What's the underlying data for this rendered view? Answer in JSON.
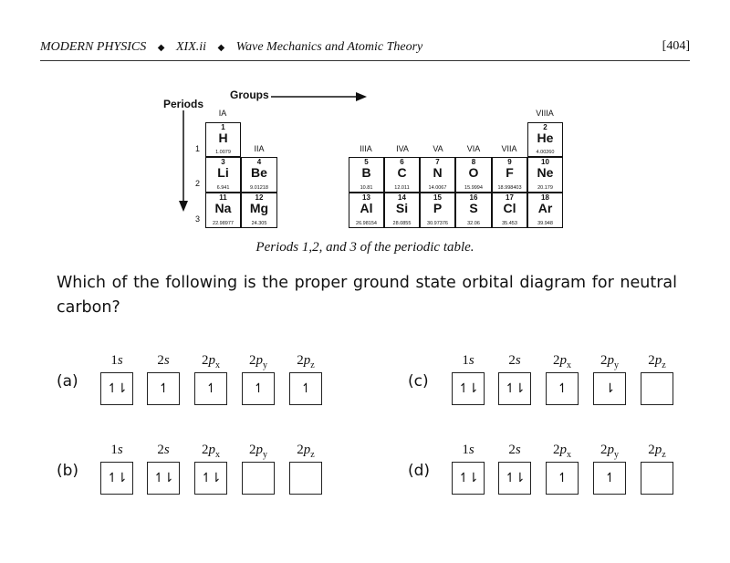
{
  "header": {
    "left_parts": [
      "MODERN PHYSICS",
      "◆",
      "XIX.ii",
      "◆",
      "Wave Mechanics and Atomic Theory"
    ],
    "page": "[404]"
  },
  "figure": {
    "periods_label": "Periods",
    "groups_label": "Groups",
    "group_labels": {
      "IA": "IA",
      "IIA": "IIA",
      "IIIA": "IIIA",
      "IVA": "IVA",
      "VA": "VA",
      "VIA": "VIA",
      "VIIA": "VIIA",
      "VIIIA": "VIIIA"
    },
    "period_numbers": [
      "1",
      "2",
      "3"
    ],
    "elements": [
      {
        "num": "1",
        "sym": "H",
        "mass": "1.0079"
      },
      {
        "num": "2",
        "sym": "He",
        "mass": "4.00260"
      },
      {
        "num": "3",
        "sym": "Li",
        "mass": "6.941"
      },
      {
        "num": "4",
        "sym": "Be",
        "mass": "9.01218"
      },
      {
        "num": "5",
        "sym": "B",
        "mass": "10.81"
      },
      {
        "num": "6",
        "sym": "C",
        "mass": "12.011"
      },
      {
        "num": "7",
        "sym": "N",
        "mass": "14.0067"
      },
      {
        "num": "8",
        "sym": "O",
        "mass": "15.9994"
      },
      {
        "num": "9",
        "sym": "F",
        "mass": "18.998403"
      },
      {
        "num": "10",
        "sym": "Ne",
        "mass": "20.179"
      },
      {
        "num": "11",
        "sym": "Na",
        "mass": "22.98977"
      },
      {
        "num": "12",
        "sym": "Mg",
        "mass": "24.305"
      },
      {
        "num": "13",
        "sym": "Al",
        "mass": "26.98154"
      },
      {
        "num": "14",
        "sym": "Si",
        "mass": "28.0855"
      },
      {
        "num": "15",
        "sym": "P",
        "mass": "30.97376"
      },
      {
        "num": "16",
        "sym": "S",
        "mass": "32.06"
      },
      {
        "num": "17",
        "sym": "Cl",
        "mass": "35.453"
      },
      {
        "num": "18",
        "sym": "Ar",
        "mass": "39.948"
      }
    ],
    "caption": "Periods 1,2, and 3 of the periodic table."
  },
  "question": "Which of the following is the proper ground state orbital diagram for neutral carbon?",
  "choices": [
    {
      "letter": "(a)",
      "boxes": [
        "↿⇂",
        "↿",
        "↿",
        "↿",
        "↿"
      ]
    },
    {
      "letter": "(b)",
      "boxes": [
        "↿⇂",
        "↿⇂",
        "↿⇂",
        "",
        ""
      ]
    },
    {
      "letter": "(c)",
      "boxes": [
        "↿⇂",
        "↿⇂",
        "↿",
        "⇂",
        ""
      ]
    },
    {
      "letter": "(d)",
      "boxes": [
        "↿⇂",
        "↿⇂",
        "↿",
        "↿",
        ""
      ]
    }
  ],
  "orbital_labels": [
    {
      "n": "1",
      "l": "s",
      "sub": ""
    },
    {
      "n": "2",
      "l": "s",
      "sub": ""
    },
    {
      "n": "2",
      "l": "p",
      "sub": "x"
    },
    {
      "n": "2",
      "l": "p",
      "sub": "y"
    },
    {
      "n": "2",
      "l": "p",
      "sub": "z"
    }
  ]
}
